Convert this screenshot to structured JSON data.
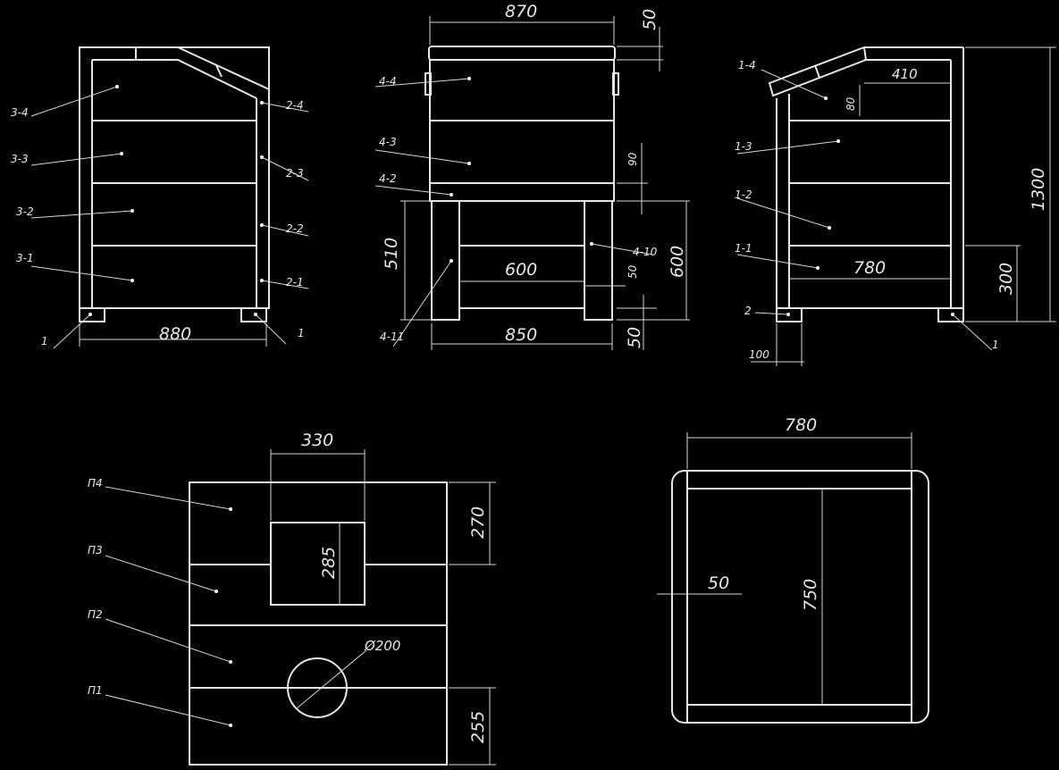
{
  "dimensions": {
    "front_width": "880",
    "side_width": "870",
    "side_top_thickness": "50",
    "side_gap_90": "90",
    "side_stand_height": "510",
    "side_inner_width": "600",
    "side_stand_gap": "50",
    "side_leg_height": "600",
    "side_foot": "50",
    "side_base_width": "850",
    "back_roof_width": "410",
    "back_roof_height": "80",
    "back_total_height": "1300",
    "back_inner_width": "780",
    "back_lower_height": "300",
    "back_foot_width": "100",
    "panel_window_width": "330",
    "panel_top_height": "270",
    "panel_window_height": "285",
    "panel_hole_diameter": "Ø200",
    "panel_bottom_height": "255",
    "bottom_width": "780",
    "bottom_rail": "50",
    "bottom_depth": "750"
  },
  "labels": {
    "front": [
      "3-4",
      "3-3",
      "3-2",
      "3-1",
      "1",
      "2-4",
      "2-3",
      "2-2",
      "2-1",
      "1"
    ],
    "side": [
      "4-4",
      "4-3",
      "4-2",
      "4-10",
      "4-11"
    ],
    "back": [
      "1-4",
      "1-3",
      "1-2",
      "1-1",
      "2",
      "1"
    ],
    "panel": [
      "П4",
      "П3",
      "П2",
      "П1"
    ]
  }
}
